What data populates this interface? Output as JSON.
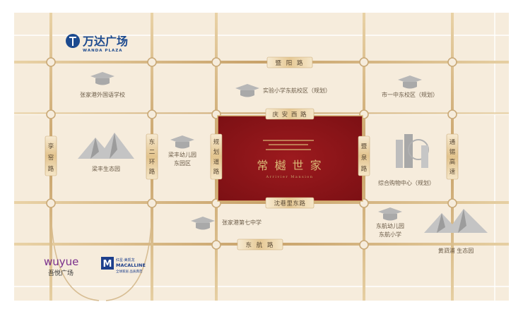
{
  "roads": {
    "north": "暨 阳 路",
    "qingan": "庆 安 西 路",
    "shenxiang": "沈巷里东路",
    "dongxin": "东 航 路",
    "xiyuan_lu": [
      "孪",
      "窑",
      "路"
    ],
    "donger_huan": [
      "东",
      "二",
      "环",
      "路"
    ],
    "guihua": [
      "规",
      "划",
      "道",
      "路"
    ],
    "jiaqi": [
      "暨",
      "泉",
      "路"
    ],
    "tongxi": [
      "通",
      "锡",
      "高",
      "速"
    ]
  },
  "places": {
    "school_foreign": "张家港外国语学校",
    "school_shiyan": "实验小学东航校区（规划）",
    "school_shiyi": "市一中东校区（规划）",
    "kindergarten_liangfeng": [
      "梁丰幼儿园",
      "东园区"
    ],
    "park_liangfeng": "梁丰生态园",
    "shopping_center": "综合购物中心（规划）",
    "school_7th": "张家港第七中学",
    "kindergarten_dongxing": [
      "东航幼儿园",
      "东航小学"
    ],
    "park_huang": "黄泗浦 生态园"
  },
  "center": {
    "name": "常 樾 世 家",
    "subname": "Arrivier Mansion"
  },
  "logos": {
    "wanda_cn": "万达广场",
    "wanda_en": "WANDA PLAZA",
    "wuyue_en": "wuyue",
    "wuyue_cn": "吾悦广场",
    "macalline_tag": "红星·美凯龙",
    "macalline_en": "MACALLINE",
    "macalline_slogan": "全球家居 品质典范"
  },
  "colors": {
    "background": "#f6ecdc",
    "grid": "#ffffff",
    "road": "#c9a978",
    "center_fill": "#8b1418",
    "center_gold": "#d8b675",
    "label": "#6b5b47"
  }
}
